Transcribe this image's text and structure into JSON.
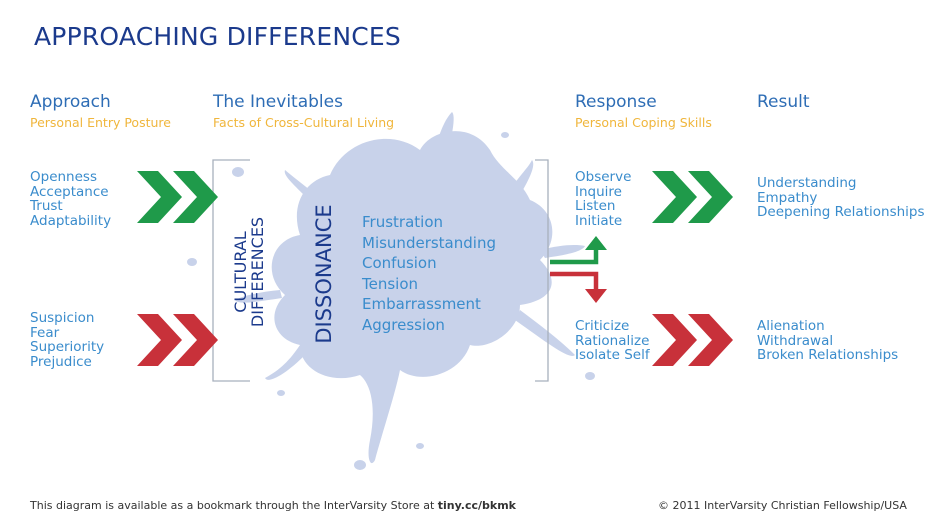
{
  "title": "APPROACHING DIFFERENCES",
  "colors": {
    "navy": "#1b3a8c",
    "blue": "#3a8ccc",
    "orange": "#f0b63c",
    "green": "#1f9a4a",
    "red": "#c8313a",
    "splat": "#c8d2ea",
    "bracket": "#a8b0bd"
  },
  "columns": {
    "approach": {
      "heading": "Approach",
      "subheading": "Personal Entry Posture"
    },
    "inevitables": {
      "heading": "The Inevitables",
      "subheading": "Facts of Cross-Cultural Living"
    },
    "response": {
      "heading": "Response",
      "subheading": "Personal Coping Skills"
    },
    "result": {
      "heading": "Result"
    }
  },
  "approach_positive": [
    "Openness",
    "Acceptance",
    "Trust",
    "Adaptability"
  ],
  "approach_negative": [
    "Suspicion",
    "Fear",
    "Superiority",
    "Prejudice"
  ],
  "cultural_differences": {
    "line1": "CULTURAL",
    "line2": "DIFFERENCES"
  },
  "dissonance_label": "DISSONANCE",
  "dissonance_items": [
    "Frustration",
    "Misunderstanding",
    "Confusion",
    "Tension",
    "Embarrassment",
    "Aggression"
  ],
  "response_positive": [
    "Observe",
    "Inquire",
    "Listen",
    "Initiate"
  ],
  "response_negative": [
    "Criticize",
    "Rationalize",
    "Isolate Self"
  ],
  "result_positive": [
    "Understanding",
    "Empathy",
    "Deepening Relationships"
  ],
  "result_negative": [
    "Alienation",
    "Withdrawal",
    "Broken Relationships"
  ],
  "footer": {
    "note_prefix": "This diagram is available as a bookmark through the InterVarsity Store at ",
    "note_link": "tiny.cc/bkmk",
    "copyright": "© 2011 InterVarsity Christian Fellowship/USA"
  }
}
